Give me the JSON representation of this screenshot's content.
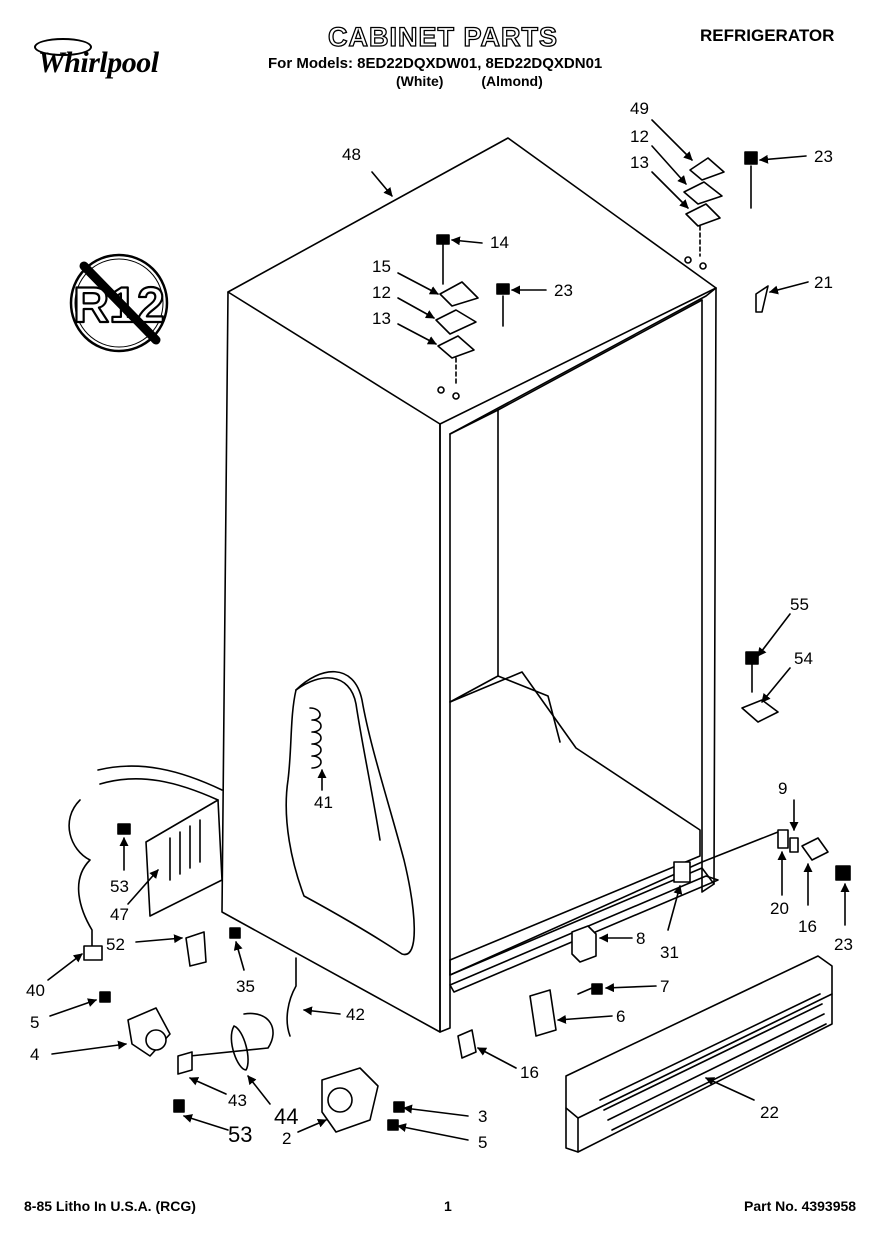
{
  "header": {
    "brand": "Whirlpool",
    "title": "CABINET PARTS",
    "appliance": "REFRIGERATOR",
    "models_line": "For Models: 8ED22DQXDW01, 8ED22DQXDN01",
    "color_1": "(White)",
    "color_2": "(Almond)"
  },
  "badge": {
    "text": "R12"
  },
  "callouts": [
    {
      "id": "c48",
      "text": "48"
    },
    {
      "id": "c49",
      "text": "49"
    },
    {
      "id": "c12a",
      "text": "12"
    },
    {
      "id": "c13a",
      "text": "13"
    },
    {
      "id": "c23a",
      "text": "23"
    },
    {
      "id": "c14",
      "text": "14"
    },
    {
      "id": "c15",
      "text": "15"
    },
    {
      "id": "c12b",
      "text": "12"
    },
    {
      "id": "c13b",
      "text": "13"
    },
    {
      "id": "c23b",
      "text": "23"
    },
    {
      "id": "c21",
      "text": "21"
    },
    {
      "id": "c55",
      "text": "55"
    },
    {
      "id": "c54",
      "text": "54"
    },
    {
      "id": "c41",
      "text": "41"
    },
    {
      "id": "c9",
      "text": "9"
    },
    {
      "id": "c20",
      "text": "20"
    },
    {
      "id": "c16a",
      "text": "16"
    },
    {
      "id": "c23c",
      "text": "23"
    },
    {
      "id": "c53a",
      "text": "53"
    },
    {
      "id": "c47",
      "text": "47"
    },
    {
      "id": "c52",
      "text": "52"
    },
    {
      "id": "c40",
      "text": "40"
    },
    {
      "id": "c35",
      "text": "35"
    },
    {
      "id": "c8",
      "text": "8"
    },
    {
      "id": "c31",
      "text": "31"
    },
    {
      "id": "c7",
      "text": "7"
    },
    {
      "id": "c6",
      "text": "6"
    },
    {
      "id": "c5a",
      "text": "5"
    },
    {
      "id": "c4",
      "text": "4"
    },
    {
      "id": "c42",
      "text": "42"
    },
    {
      "id": "c16b",
      "text": "16"
    },
    {
      "id": "c22",
      "text": "22"
    },
    {
      "id": "c43",
      "text": "43"
    },
    {
      "id": "c44",
      "text": "44"
    },
    {
      "id": "c53b",
      "text": "53"
    },
    {
      "id": "c2",
      "text": "2"
    },
    {
      "id": "c3",
      "text": "3"
    },
    {
      "id": "c5b",
      "text": "5"
    }
  ],
  "footer": {
    "print_info": "8-85 Litho In U.S.A. (RCG)",
    "page_number": "1",
    "part_number": "Part No. 4393958"
  }
}
